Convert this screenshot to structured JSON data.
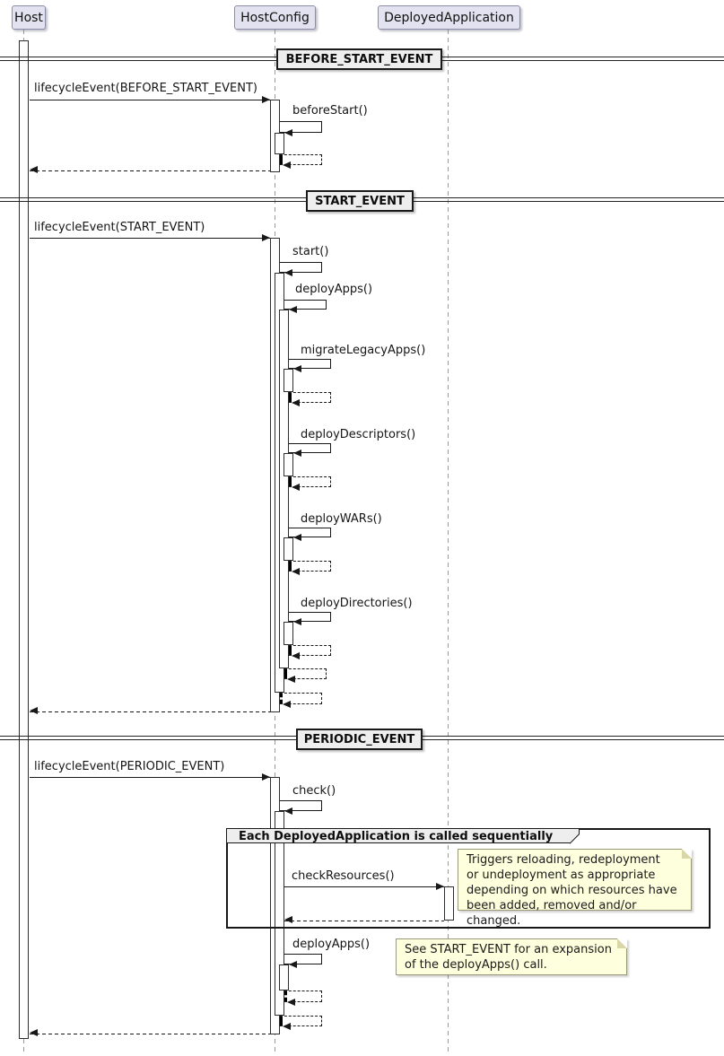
{
  "participants": {
    "host": "Host",
    "hostconfig": "HostConfig",
    "deployedapplication": "DeployedApplication"
  },
  "dividers": {
    "before": "BEFORE_START_EVENT",
    "start": "START_EVENT",
    "periodic": "PERIODIC_EVENT"
  },
  "messages": {
    "lifecycle_before": "lifecycleEvent(BEFORE_START_EVENT)",
    "before_start": "beforeStart()",
    "lifecycle_start": "lifecycleEvent(START_EVENT)",
    "start": "start()",
    "deploy_apps": "deployApps()",
    "migrate_legacy_apps": "migrateLegacyApps()",
    "deploy_descriptors": "deployDescriptors()",
    "deploy_wars": "deployWARs()",
    "deploy_directories": "deployDirectories()",
    "lifecycle_periodic": "lifecycleEvent(PERIODIC_EVENT)",
    "check": "check()",
    "check_resources": "checkResources()",
    "deploy_apps_periodic": "deployApps()"
  },
  "group": {
    "label": "Each DeployedApplication is called sequentially"
  },
  "notes": {
    "check_resources_note": "Triggers reloading, redeployment\nor undeployment as appropriate\ndepending on which resources have\nbeen added, removed and/or changed.",
    "deploy_apps_note": "See START_EVENT for an expansion\nof the deployApps() call."
  },
  "colors": {
    "participant_fill": "#E2E2F0",
    "divider_fill": "#EEEEEE",
    "note_fill": "#FEFFDD",
    "line": "#181818",
    "lifeline": "#9A9A9A"
  }
}
